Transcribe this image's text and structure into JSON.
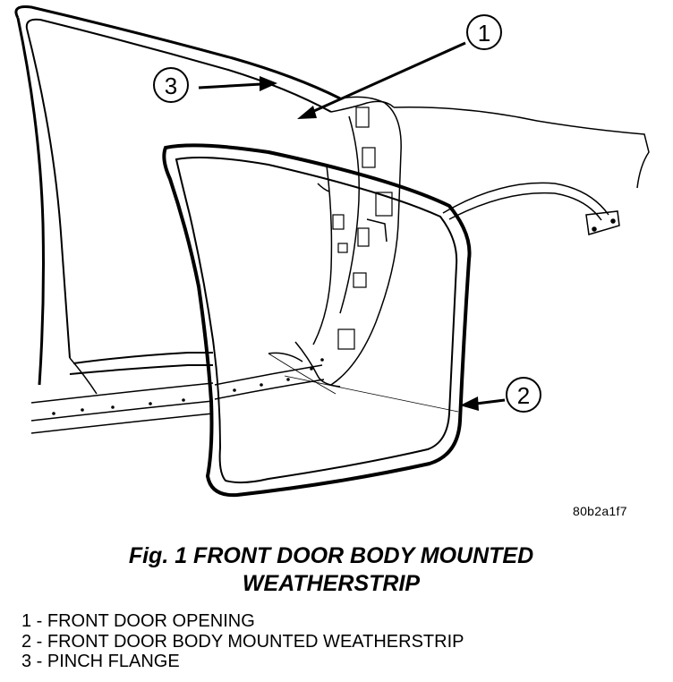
{
  "figure": {
    "code": "80b2a1f7",
    "caption_line1": "Fig. 1 FRONT DOOR BODY MOUNTED",
    "caption_line2": "WEATHERSTRIP"
  },
  "callouts": [
    {
      "number": "1",
      "label": "FRONT DOOR OPENING"
    },
    {
      "number": "2",
      "label": "FRONT DOOR BODY MOUNTED WEATHERSTRIP"
    },
    {
      "number": "3",
      "label": "PINCH FLANGE"
    }
  ],
  "legend": [
    "1 - FRONT DOOR OPENING",
    "2 - FRONT DOOR BODY MOUNTED WEATHERSTRIP",
    "3 - PINCH FLANGE"
  ]
}
